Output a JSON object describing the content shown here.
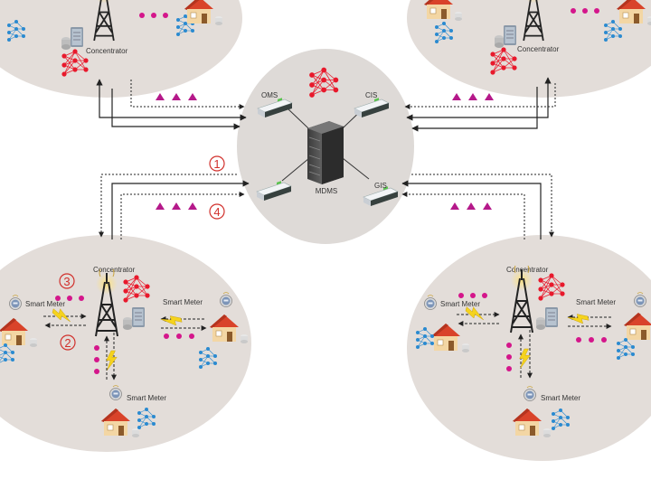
{
  "center": {
    "hub_label": "MDMS",
    "systems": [
      {
        "label": "OMS"
      },
      {
        "label": "CIS"
      },
      {
        "label": ""
      },
      {
        "label": "GIS"
      }
    ]
  },
  "clusters": {
    "top_left": {
      "concentrator": "Concentrator",
      "meters": []
    },
    "top_right": {
      "concentrator": "Concentrator",
      "meters": []
    },
    "bottom_left": {
      "concentrator": "Concentrator",
      "meters": [
        "Smart Meter",
        "Smart Meter",
        "Smart Meter"
      ]
    },
    "bottom_right": {
      "concentrator": "Concentrator",
      "meters": [
        "Smart Meter",
        "Smart Meter",
        "Smart Meter"
      ]
    }
  },
  "step_markers": [
    "1",
    "2",
    "3",
    "4"
  ],
  "colors": {
    "ellipse": "#e3ddd9",
    "center_ellipse": "#dedad7",
    "neural": "#e8192c",
    "neural_blue": "#2a8ad0",
    "triangle": "#b5198a",
    "dot": "#d4168b",
    "marker": "#d1302c",
    "roof": "#d9432a",
    "line": "#222222"
  },
  "icons": [
    "tower-icon",
    "server-icon",
    "house-icon",
    "smart-meter-icon",
    "neural-network-icon",
    "rack-server-icon",
    "network-device-icon",
    "lightning-icon"
  ]
}
